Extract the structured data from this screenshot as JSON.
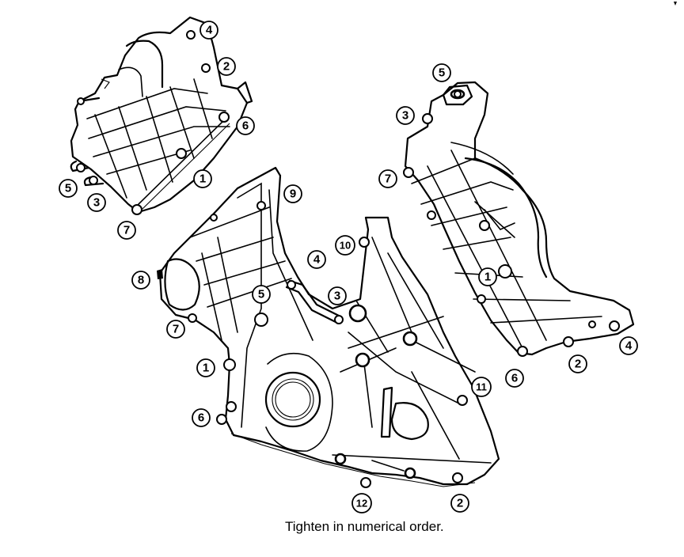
{
  "caption": "Tighten in numerical order.",
  "callouts": {
    "upper_left_cover": [
      "4",
      "2",
      "6",
      "1",
      "5",
      "3",
      "7"
    ],
    "front_cover": [
      "9",
      "10",
      "4",
      "8",
      "5",
      "3",
      "7",
      "1",
      "6",
      "11",
      "12",
      "2"
    ],
    "right_cover": [
      "5",
      "3",
      "7",
      "1",
      "6",
      "2",
      "4"
    ]
  }
}
